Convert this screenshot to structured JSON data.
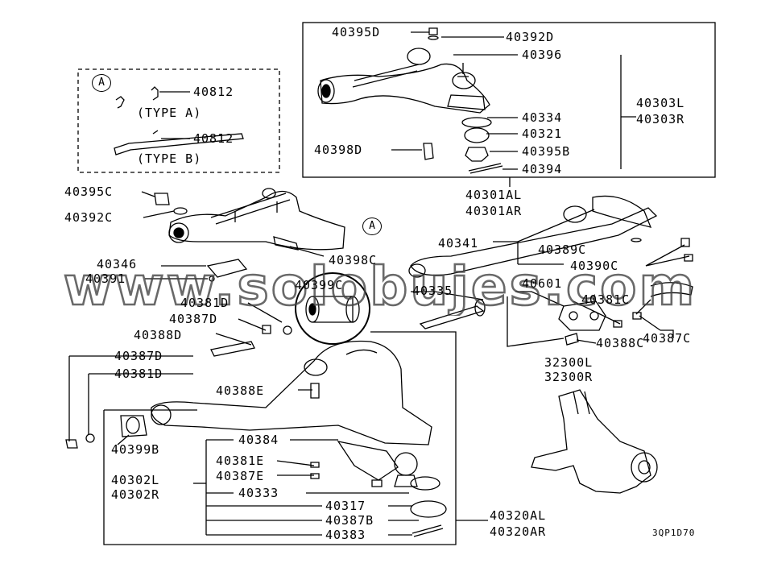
{
  "diagram": {
    "drawing_code": "3QP1D70",
    "watermark": "www.solobujes.com",
    "inset": {
      "marker": "A",
      "rows": [
        {
          "part": "40812",
          "type": "(TYPE A)"
        },
        {
          "part": "40812",
          "type": "(TYPE B)"
        }
      ]
    },
    "ref_marker": "A",
    "labels": {
      "p40395D": "40395D",
      "p40392D": "40392D",
      "p40396": "40396",
      "p40303L": "40303L",
      "p40303R": "40303R",
      "p40334": "40334",
      "p40321": "40321",
      "p40398D": "40398D",
      "p40395B": "40395B",
      "p40394": "40394",
      "p40301AL": "40301AL",
      "p40301AR": "40301AR",
      "p40395C": "40395C",
      "p40392C": "40392C",
      "p40341": "40341",
      "p40389C": "40389C",
      "p40390C": "40390C",
      "p40346": "40346",
      "p40391": "40391",
      "p40398C": "40398C",
      "p40399C": "40399C",
      "p40335": "40335",
      "p40601": "40601",
      "p40381D_a": "40381D",
      "p40381C": "40381C",
      "p40387D_a": "40387D",
      "p40388D": "40388D",
      "p40388C": "40388C",
      "p40387C": "40387C",
      "p40387D_b": "40387D",
      "p40381D_b": "40381D",
      "p32300L": "32300L",
      "p32300R": "32300R",
      "p40388E": "40388E",
      "p40399B": "40399B",
      "p40384": "40384",
      "p40381E": "40381E",
      "p40302L": "40302L",
      "p40302R": "40302R",
      "p40387E": "40387E",
      "p40333": "40333",
      "p40317": "40317",
      "p40320AL": "40320AL",
      "p40320AR": "40320AR",
      "p40387B": "40387B",
      "p40383": "40383"
    }
  }
}
